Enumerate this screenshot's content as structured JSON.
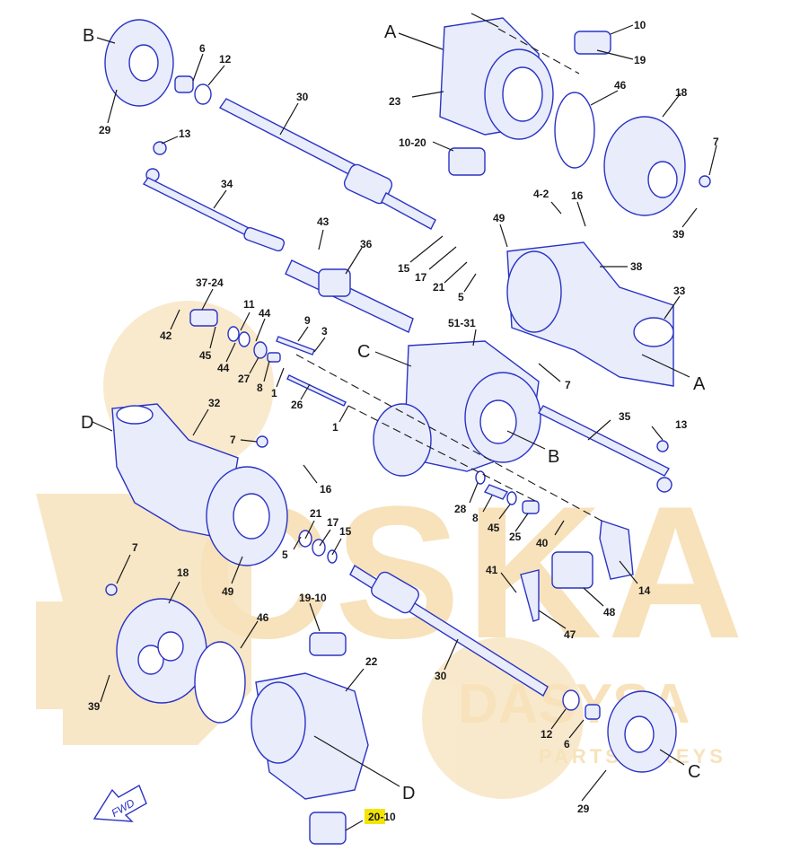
{
  "diagram": {
    "watermark": {
      "main": "CSKA",
      "sub": "DASYSA",
      "tag": "PARTS & KEYS"
    },
    "hub": {
      "highlight_part": "20",
      "suffix": "-10"
    },
    "fwd_label": "FWD",
    "labels": {
      "B_top": "B",
      "p6a": "6",
      "p12a": "12",
      "p29a": "29",
      "p30a": "30",
      "p13a": "13",
      "p34": "34",
      "A_top": "A",
      "p23": "23",
      "p10_20": "10-20",
      "p10": "10",
      "p19": "19",
      "p46a": "46",
      "p18a": "18",
      "p7a": "7",
      "p39a": "39",
      "p4_2": "4-2",
      "p16a": "16",
      "p49a": "49",
      "p38": "38",
      "p43": "43",
      "p36": "36",
      "p15a": "15",
      "p17a": "17",
      "p21a": "21",
      "p5a": "5",
      "p33": "33",
      "A_right": "A",
      "p37_24": "37-24",
      "p11": "11",
      "p44a": "44",
      "p42": "42",
      "p45a": "45",
      "p44b": "44",
      "p9": "9",
      "p3": "3",
      "p27": "27",
      "p8a": "8",
      "p1a": "1",
      "p51_31": "51-31",
      "C_mid": "C",
      "p7b": "7",
      "p26": "26",
      "p1b": "1",
      "p35": "35",
      "p13b": "13",
      "B_right": "B",
      "D_left": "D",
      "p32": "32",
      "p7c": "7",
      "p16b": "16",
      "p28": "28",
      "p8b": "8",
      "p45b": "45",
      "p25": "25",
      "p40": "40",
      "p21b": "21",
      "p17b": "17",
      "p15b": "15",
      "p5b": "5",
      "p49b": "49",
      "p7d": "7",
      "p18b": "18",
      "p14": "14",
      "p41": "41",
      "p48": "48",
      "p47": "47",
      "p19_10": "19-10",
      "p46b": "46",
      "p22": "22",
      "p30b": "30",
      "p39b": "39",
      "p12b": "12",
      "p6b": "6",
      "C_bottom": "C",
      "D_bottom": "D",
      "p29b": "29"
    }
  }
}
